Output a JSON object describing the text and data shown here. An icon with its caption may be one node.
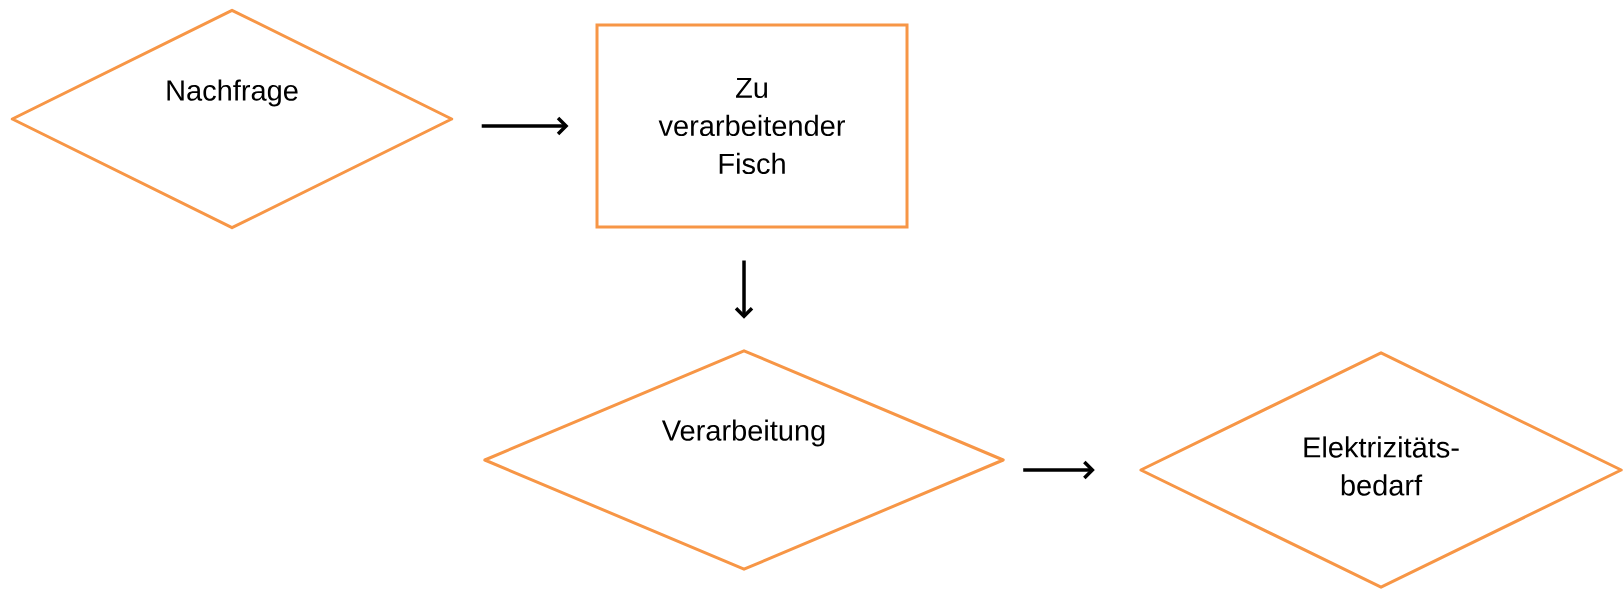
{
  "diagram": {
    "nodes": [
      {
        "text": [
          "Nachfrage"
        ]
      },
      {
        "text": [
          "Zu verarbeitender Fisch"
        ]
      },
      {
        "text": [
          "Verarbeitung"
        ]
      },
      {
        "text": [
          "Elektrizitäts- bedarf"
        ]
      }
    ],
    "edges": [
      {
        "from": 0,
        "to": 1,
        "arrow": "to"
      },
      {
        "from": 1,
        "to": 2,
        "arrow": "to"
      },
      {
        "from": 2,
        "to": 3,
        "arrow": "to"
      }
    ]
  }
}
